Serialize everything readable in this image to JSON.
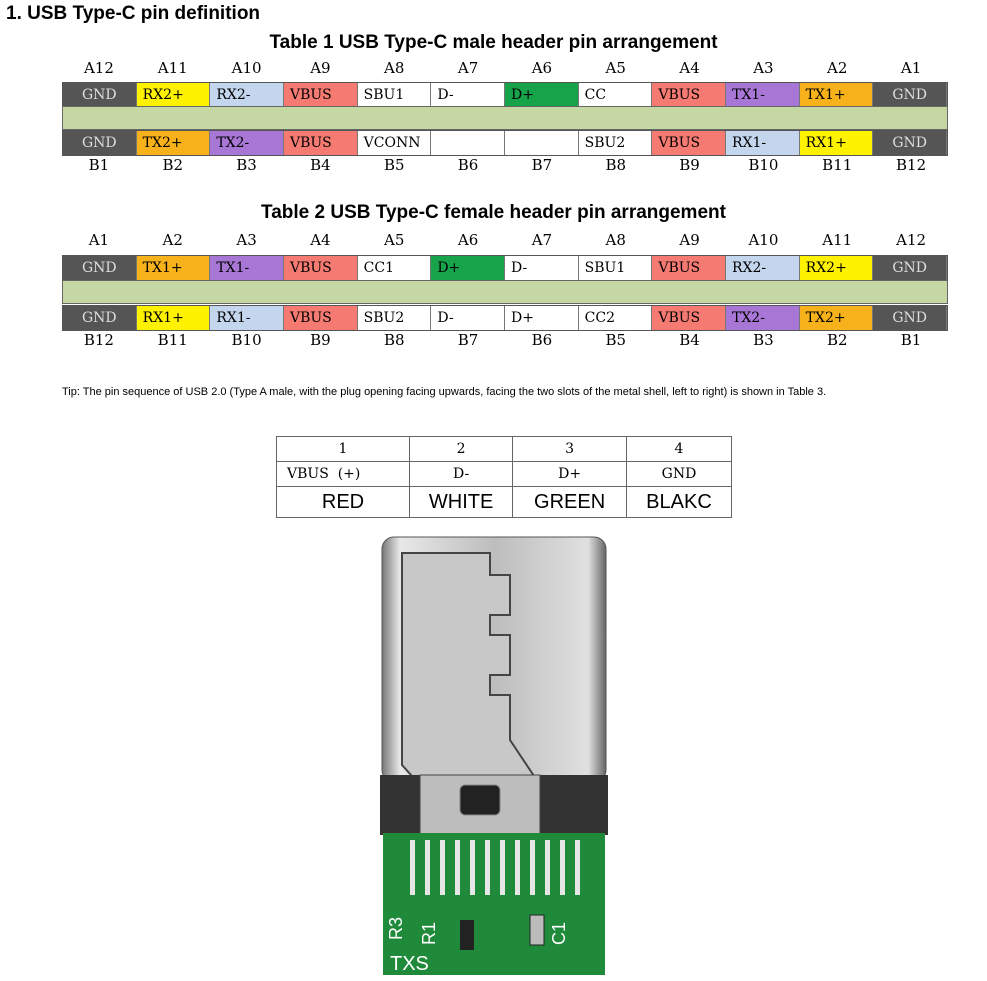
{
  "title": "1. USB Type-C pin definition",
  "colors": {
    "gnd": "#555555",
    "yellow": "#fff200",
    "orange": "#f7b21b",
    "lightblue": "#c3d6ee",
    "purple": "#a877d6",
    "red": "#f47a72",
    "green": "#16a34a",
    "white": "#ffffff",
    "band": "#c5d7a3"
  },
  "table1": {
    "title": "Table 1 USB Type-C male header pin arrangement",
    "top_labels": [
      "A12",
      "A11",
      "A10",
      "A9",
      "A8",
      "A7",
      "A6",
      "A5",
      "A4",
      "A3",
      "A2",
      "A1"
    ],
    "top_pins": [
      [
        "GND",
        "gnd"
      ],
      [
        "RX2+",
        "yellow"
      ],
      [
        "RX2-",
        "lightblue"
      ],
      [
        "VBUS",
        "red"
      ],
      [
        "SBU1",
        "white"
      ],
      [
        "D-",
        "white"
      ],
      [
        "D+",
        "green"
      ],
      [
        "CC",
        "white"
      ],
      [
        "VBUS",
        "red"
      ],
      [
        "TX1-",
        "purple"
      ],
      [
        "TX1+",
        "orange"
      ],
      [
        "GND",
        "gnd"
      ]
    ],
    "bottom_pins": [
      [
        "GND",
        "gnd"
      ],
      [
        "TX2+",
        "orange"
      ],
      [
        "TX2-",
        "purple"
      ],
      [
        "VBUS",
        "red"
      ],
      [
        "VCONN",
        "white"
      ],
      [
        "",
        "white"
      ],
      [
        "",
        "white"
      ],
      [
        "SBU2",
        "white"
      ],
      [
        "VBUS",
        "red"
      ],
      [
        "RX1-",
        "lightblue"
      ],
      [
        "RX1+",
        "yellow"
      ],
      [
        "GND",
        "gnd"
      ]
    ],
    "bottom_labels": [
      "B1",
      "B2",
      "B3",
      "B4",
      "B5",
      "B6",
      "B7",
      "B8",
      "B9",
      "B10",
      "B11",
      "B12"
    ]
  },
  "table2": {
    "title": "Table 2 USB Type-C female header pin arrangement",
    "top_labels": [
      "A1",
      "A2",
      "A3",
      "A4",
      "A5",
      "A6",
      "A7",
      "A8",
      "A9",
      "A10",
      "A11",
      "A12"
    ],
    "top_pins": [
      [
        "GND",
        "gnd"
      ],
      [
        "TX1+",
        "orange"
      ],
      [
        "TX1-",
        "purple"
      ],
      [
        "VBUS",
        "red"
      ],
      [
        "CC1",
        "white"
      ],
      [
        "D+",
        "green"
      ],
      [
        "D-",
        "white"
      ],
      [
        "SBU1",
        "white"
      ],
      [
        "VBUS",
        "red"
      ],
      [
        "RX2-",
        "lightblue"
      ],
      [
        "RX2+",
        "yellow"
      ],
      [
        "GND",
        "gnd"
      ]
    ],
    "bottom_pins": [
      [
        "GND",
        "gnd"
      ],
      [
        "RX1+",
        "yellow"
      ],
      [
        "RX1-",
        "lightblue"
      ],
      [
        "VBUS",
        "red"
      ],
      [
        "SBU2",
        "white"
      ],
      [
        "D-",
        "white"
      ],
      [
        "D+",
        "white"
      ],
      [
        "CC2",
        "white"
      ],
      [
        "VBUS",
        "red"
      ],
      [
        "TX2-",
        "purple"
      ],
      [
        "TX2+",
        "orange"
      ],
      [
        "GND",
        "gnd"
      ]
    ],
    "bottom_labels": [
      "B12",
      "B11",
      "B10",
      "B9",
      "B8",
      "B7",
      "B6",
      "B5",
      "B4",
      "B3",
      "B2",
      "B1"
    ]
  },
  "tip": "Tip: The pin sequence of USB 2.0 (Type A male, with the plug opening facing upwards, facing the two slots of the metal shell, left to right) is shown in Table 3.",
  "table3": {
    "numbers": [
      "1",
      "2",
      "3",
      "4"
    ],
    "signals": [
      "VBUS  (+)",
      "D-",
      "D+",
      "GND"
    ],
    "wires": [
      "RED",
      "WHITE",
      "GREEN",
      "BLAKC"
    ]
  },
  "photo": {
    "pcb_labels": [
      "R3",
      "R1",
      "C1",
      "TXS"
    ]
  }
}
